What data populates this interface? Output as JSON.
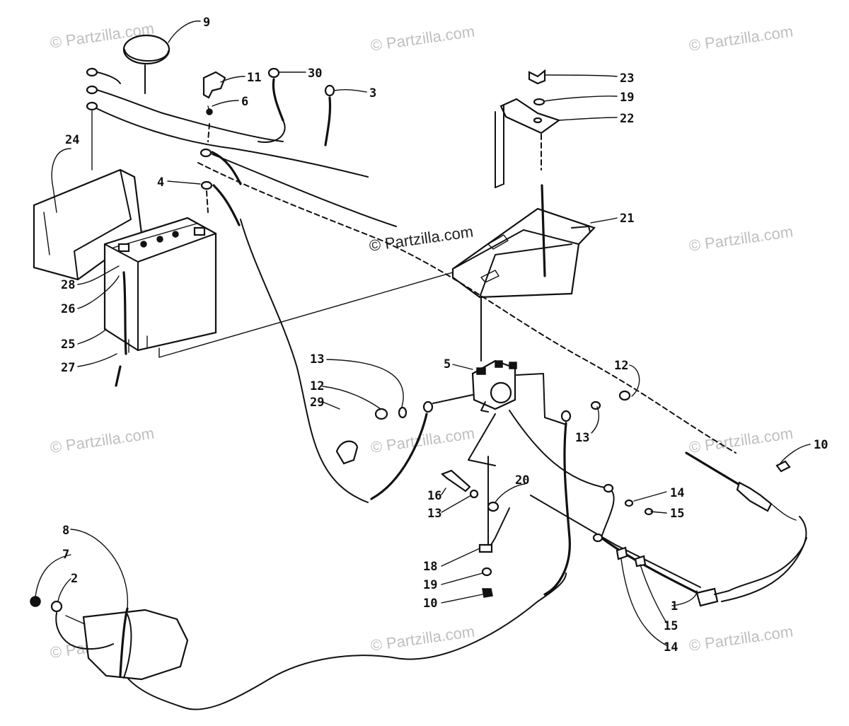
{
  "watermark": "© Partzilla.com",
  "watermark_center": "© Partzilla.com",
  "callouts": {
    "c9": "9",
    "c30": "30",
    "c11": "11",
    "c6": "6",
    "c3": "3",
    "c23": "23",
    "c19a": "19",
    "c22": "22",
    "c24": "24",
    "c4": "4",
    "c21": "21",
    "c28": "28",
    "c26": "26",
    "c25": "25",
    "c27": "27",
    "c13a": "13",
    "c5": "5",
    "c12a": "12",
    "c12b": "12",
    "c29": "29",
    "c13b": "13",
    "c10a": "10",
    "c16": "16",
    "c20": "20",
    "c13c": "13",
    "c14a": "14",
    "c15a": "15",
    "c8": "8",
    "c7": "7",
    "c2": "2",
    "c18": "18",
    "c19b": "19",
    "c10b": "10",
    "c1": "1",
    "c15b": "15",
    "c14b": "14"
  },
  "colors": {
    "ink": "#111111",
    "watermark": "#bfbfbf",
    "background": "#ffffff"
  }
}
